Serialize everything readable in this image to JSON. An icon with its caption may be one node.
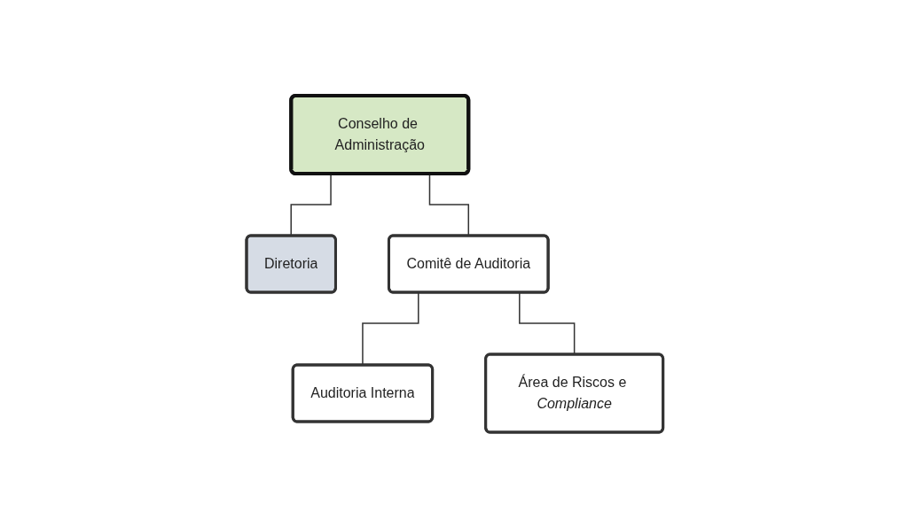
{
  "diagram": {
    "nodes": [
      {
        "text": [
          "Conselho de Administração"
        ]
      },
      {
        "text": [
          "Diretoria"
        ]
      },
      {
        "text": [
          "Comitê de Auditoria"
        ]
      },
      {
        "text": [
          "Auditoria Interna"
        ]
      },
      {
        "text": [
          "Área de Riscos e *Compliance*"
        ]
      }
    ],
    "edges": [
      {
        "from": 0,
        "to": 1,
        "arrow": "none"
      },
      {
        "from": 0,
        "to": 2,
        "arrow": "none"
      },
      {
        "from": 2,
        "to": 3,
        "arrow": "none"
      },
      {
        "from": 2,
        "to": 4,
        "arrow": "none"
      }
    ]
  }
}
